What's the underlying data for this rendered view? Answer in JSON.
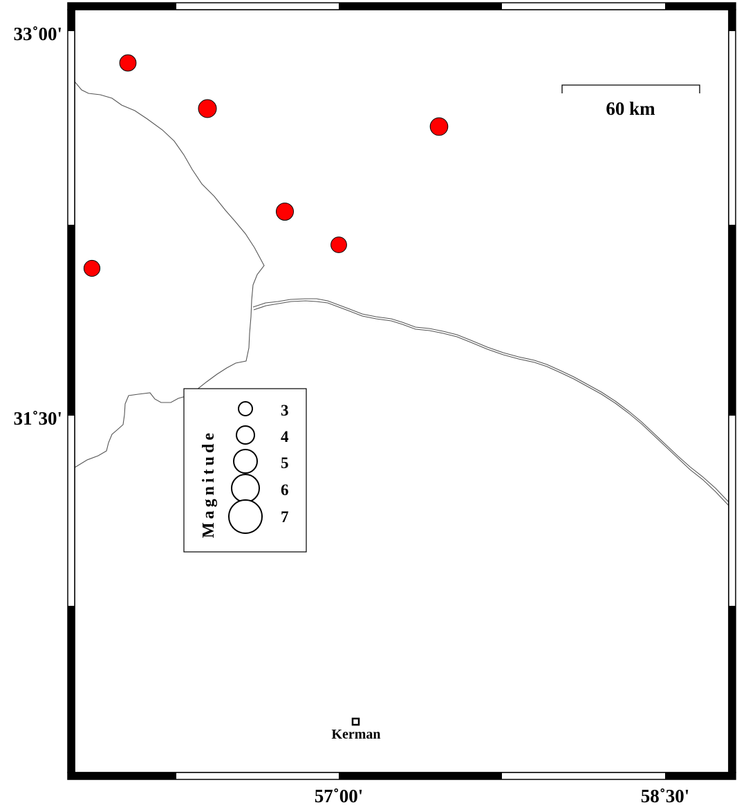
{
  "map": {
    "axes": {
      "lat_labels": [
        "33˚00'",
        "31˚30'"
      ],
      "lon_labels": [
        "57˚00'",
        "58˚30'"
      ]
    },
    "scale_bar": {
      "label": "60 km"
    },
    "legend": {
      "title": "Magnitude",
      "magnitudes": [
        "3",
        "4",
        "5",
        "6",
        "7"
      ]
    },
    "city": {
      "name": "Kerman"
    },
    "events": [
      {
        "magnitude": 3.5
      },
      {
        "magnitude": 4.0
      },
      {
        "magnitude": 3.9
      },
      {
        "magnitude": 3.8
      },
      {
        "magnitude": 3.3
      },
      {
        "magnitude": 3.4
      }
    ],
    "colors": {
      "event_fill": "#ff0000",
      "frame": "#000000",
      "boundary": "#555555"
    }
  }
}
